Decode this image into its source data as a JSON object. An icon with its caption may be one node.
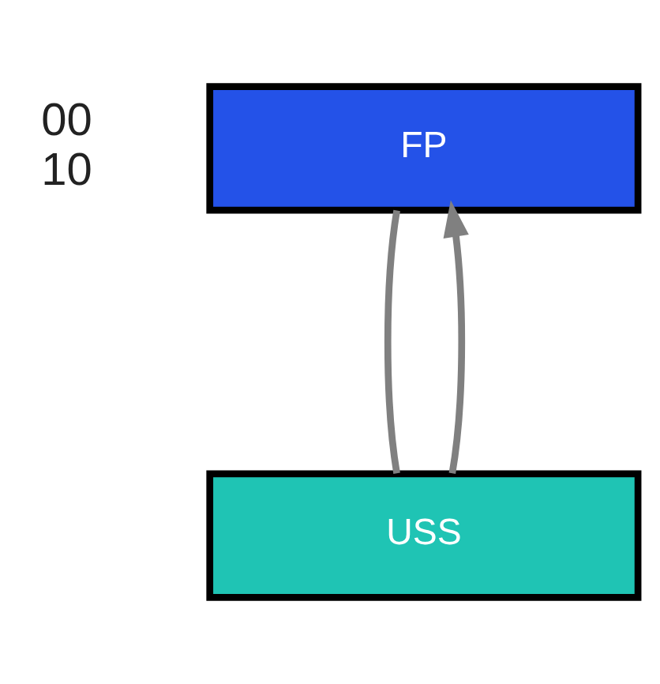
{
  "diagram": {
    "nodes": [
      {
        "text": [
          "FP"
        ]
      },
      {
        "text": [
          "USS"
        ]
      }
    ],
    "edges": [
      {
        "from": 1,
        "to": 0,
        "arrow": "to"
      },
      {
        "from": 0,
        "to": 1,
        "arrow": "none"
      }
    ],
    "labels": [
      "00",
      "10"
    ]
  }
}
